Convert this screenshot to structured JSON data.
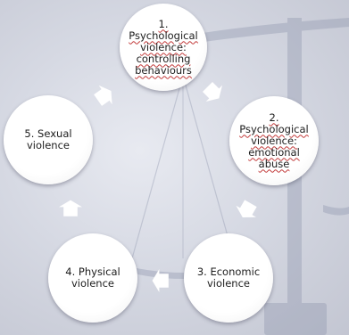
{
  "nodes": [
    {
      "id": "node-1",
      "label": "1.\nPsychological\nviolence:\ncontrolling\nbehaviours"
    },
    {
      "id": "node-2",
      "label": "2.\nPsychological\nviolence:\nemotional\nabuse"
    },
    {
      "id": "node-3",
      "label": "3. Economic\nviolence"
    },
    {
      "id": "node-4",
      "label": "4. Physical\nviolence"
    },
    {
      "id": "node-5",
      "label": "5. Sexual\nviolence"
    }
  ],
  "colors": {
    "arrow": "#ffffff",
    "background_scale": "#8f96ad"
  },
  "icons": [
    "arrow-right-down-icon",
    "arrow-down-icon",
    "arrow-left-icon",
    "arrow-up-icon",
    "arrow-right-up-icon"
  ]
}
